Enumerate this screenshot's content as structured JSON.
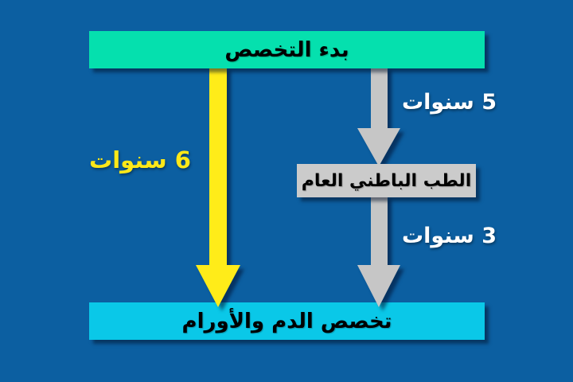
{
  "diagram": {
    "nodes": {
      "start": {
        "label": "بدء التخصص"
      },
      "internal_medicine": {
        "label": "الطب الباطني العام"
      },
      "hematology_oncology": {
        "label": "تخصص الدم والأورام"
      }
    },
    "arrows": {
      "direct_path": {
        "label": "6 سنوات",
        "from": "بدء التخصص",
        "to": "تخصص الدم والأورام"
      },
      "to_internal_medicine": {
        "label": "5 سنوات",
        "from": "بدء التخصص",
        "to": "الطب الباطني العام"
      },
      "to_hematology_oncology": {
        "label": "3 سنوات",
        "from": "الطب الباطني العام",
        "to": "تخصص الدم والأورام"
      }
    }
  },
  "colors": {
    "background": "#0c5fa1",
    "start_box": "#05e0ae",
    "internal_box": "#cbcbcb",
    "hemonc_box": "#0ac8e8",
    "yellow_arrow": "#ffec19",
    "gray_arrow": "#c6c6c6",
    "six_years_text": "#ffe818",
    "years_text": "#ffffff",
    "box_text": "#000000"
  }
}
